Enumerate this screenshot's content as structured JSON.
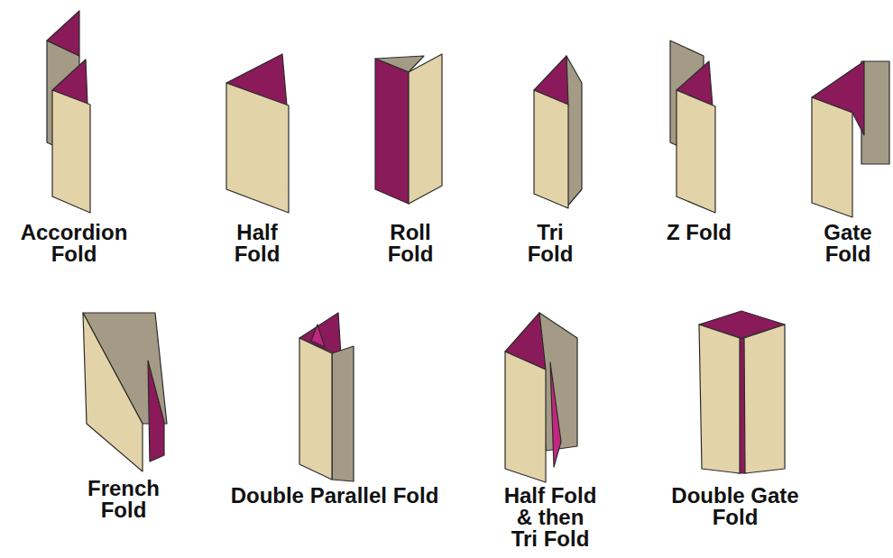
{
  "diagram": {
    "labels": [
      "Accordion Fold",
      "Half Fold",
      "Roll Fold",
      "Tri Fold",
      "Z Fold",
      "Gate Fold",
      "French Fold",
      "Double Parallel Fold",
      "Half Fold & then Tri Fold",
      "Double Gate Fold"
    ]
  }
}
